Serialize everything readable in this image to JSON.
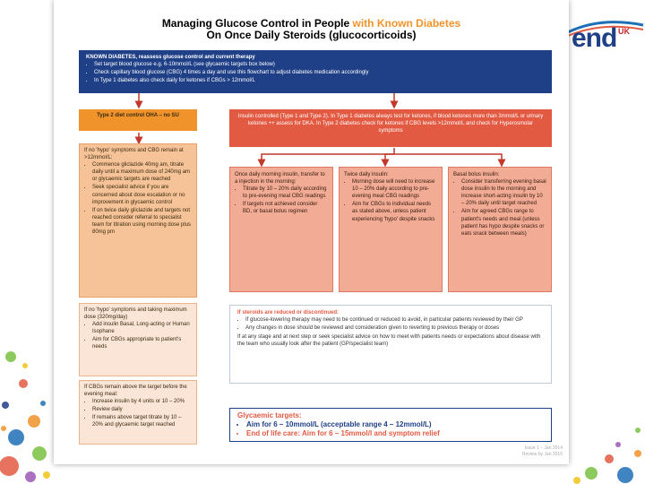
{
  "title": {
    "line1_a": "Managing Glucose Control in People ",
    "line1_b": "with Known Diabetes",
    "line2": "On Once Daily Steroids (glucocorticoids)"
  },
  "known": {
    "lead": "KNOWN DIABETES, reassess glucose control and current therapy",
    "items": [
      "Set target blood glucose e.g. 6-10mmol/L (see glycaemic targets box below)",
      "Check capillary blood glucose (CBG) 4 times a day and use this flowchart to adjust diabetes medication accordingly",
      "In Type 1 diabetes also check daily for ketones if CBGs > 12mmol/L"
    ]
  },
  "left_header": "Type 2 diet control OHA – no SU",
  "right_header": "Insulin controlled (Type 1 and Type 2). In Type 1 diabetes always test for ketones, if blood ketones more than 3mmol/L or urinary ketones ++ assess for DKA. In Type 2 diabetes check for ketones if CBG levels >12mmol/L and check for Hyperosmolar symptoms",
  "left_box1": {
    "lead": "If no 'hypo' symptoms and CBG remain at >12mmol/L:",
    "items": [
      "Commence gliclazide 40mg am, titrate daily until a maximum dose of 240mg am or glycaemic targets are reached",
      "Seek specialist advice if you are concerned about dose escalation or no improvement in glycaemic control",
      "If on twice daily gliclazide and targets not reached consider referral to specialist team for titration using morning dose plus 80mg pm"
    ]
  },
  "left_box2": {
    "lead": "If no 'hypo' symptoms and taking maximum dose (320mg/day)",
    "items": [
      "Add insulin Basal, Long-acting or Human Isophane",
      "Aim for CBGs appropriate to patient's needs"
    ]
  },
  "left_box3": {
    "lead": "If CBGs remain above the target before the evening meal:",
    "items": [
      "Increase insulin by 4 units or 10 – 20%",
      "Review daily",
      "If remains above target titrate by 10 – 20% and glycaemic target reached"
    ]
  },
  "col1": {
    "lead": "Once daily morning insulin, transfer to a injection in the morning:",
    "items": [
      "Titrate by 10 – 20% daily according to pre-evening meal CBG readings",
      "If targets not achieved consider BD, or basal bolus regimen"
    ]
  },
  "col2": {
    "lead": "Twice daily insulin:",
    "items": [
      "Morning dose will need to increase 10 – 20% daily according to pre-evening meal CBG readings",
      "Aim for CBGs to individual needs as stated above, unless patient experiencing 'hypo' despite snacks"
    ]
  },
  "col3": {
    "lead": "Basal bolus insulin:",
    "items": [
      "Consider transferring evening basal dose insulin to the morning and increase short-acting insulin by 10 – 20% daily until target reached",
      "Aim for agreed CBGs range to patient's needs and meal (unless patient has hypo despite snacks or eats snack between meals)"
    ]
  },
  "steroids": {
    "lead": "If steroids are reduced or discontinued:",
    "items": [
      "If glucose-lowering therapy may need to be continued or reduced to avoid, in particular patients reviewed by their GP",
      "Any changes in dose should be reviewed and consideration given to reverting to previous therapy or doses"
    ],
    "note": "If at any stage and at next step or seek specialist advice on how to meet with patients needs or expectations about disease with the team who usually look after the patient (GP/specialist team)"
  },
  "glycaemic": {
    "title": "Glycaemic targets:",
    "items": [
      "Aim for 6 – 10mmol/L (acceptable range 4 – 12mmol/L)",
      "End of life care: Aim for 6 – 15mmol/l and symptom relief"
    ]
  },
  "footer": {
    "line1": "Issue 1 – Jan 2014",
    "line2": "Review by Jan 2016"
  },
  "logo": {
    "text": "end",
    "suffix": "UK"
  },
  "colors": {
    "navy": "#1f3f86",
    "orange": "#f0932b",
    "red": "#e35a43"
  }
}
